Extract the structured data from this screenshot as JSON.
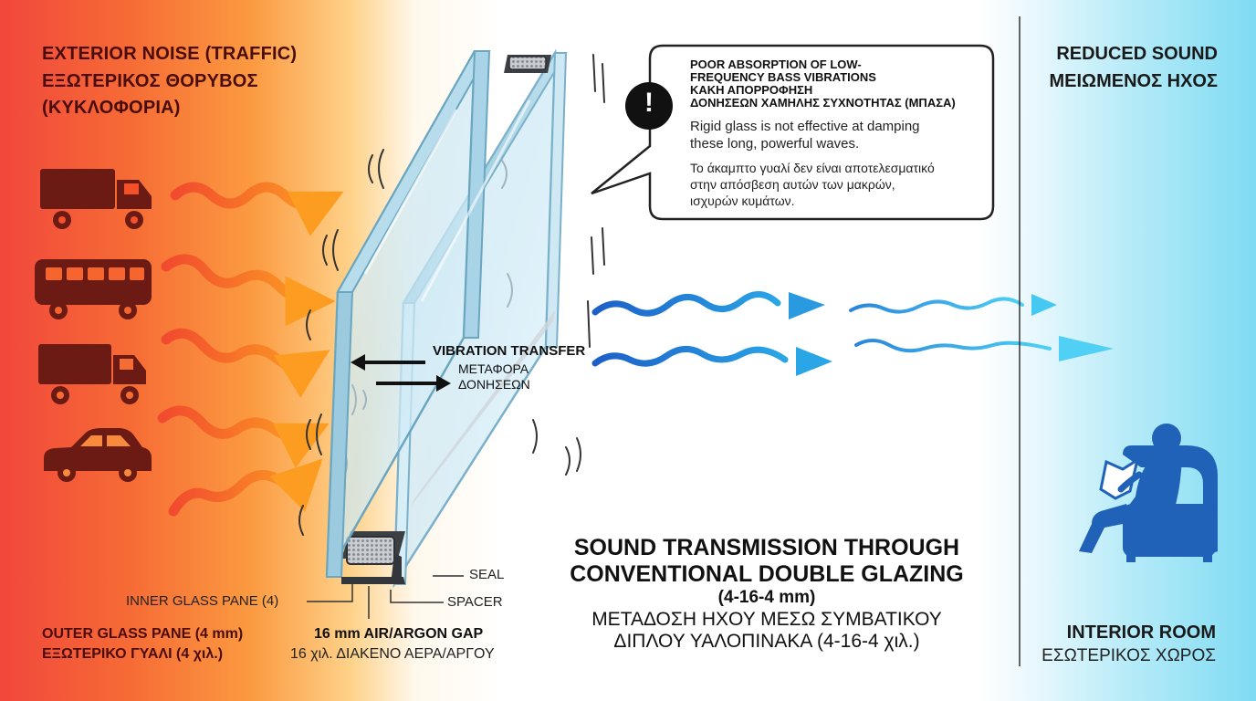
{
  "exterior": {
    "line1": "EXTERIOR NOISE (TRAFFIC)",
    "line2": "ΕΞΩΤΕΡΙΚΟΣ ΘΟΡΥΒΟΣ",
    "line3": "(ΚΥΚΛΟΦΟΡΙΑ)"
  },
  "reduced": {
    "line1": "REDUCED SOUND",
    "line2": "ΜΕΙΩΜΕΝΟΣ ΗΧΟΣ"
  },
  "interior": {
    "line1": "INTERIOR ROOM",
    "line2": "ΕΣΩΤΕΡΙΚΟΣ ΧΩΡΟΣ"
  },
  "callout": {
    "title_line1": "POOR ABSORPTION OF LOW-",
    "title_line2": "FREQUENCY BASS VIBRATIONS",
    "title_line3": "ΚΑΚΗ ΑΠΟΡΡΟΦΗΣΗ",
    "title_line4": "ΔΟΝΗΣΕΩΝ ΧΑΜΗΛΗΣ ΣΥΧΝΟΤΗΤΑΣ (ΜΠΑΣΑ)",
    "body_en_line1": "Rigid glass is not effective at damping",
    "body_en_line2": "these long, powerful waves.",
    "body_gr_line1": "Το άκαμπτο γυαλί δεν είναι αποτελεσματικό",
    "body_gr_line2": "στην απόσβεση αυτών των μακρών,",
    "body_gr_line3": "ισχυρών κυμάτων.",
    "icon_symbol": "!"
  },
  "vibration": {
    "en": "VIBRATION TRANSFER",
    "gr_line1": "ΜΕΤΑΦΟΡΑ",
    "gr_line2": "ΔΟΝΗΣΕΩΝ"
  },
  "labels": {
    "seal": "SEAL",
    "spacer": "SPACER",
    "inner_pane": "INNER GLASS PANE (4)",
    "outer_pane_en": "OUTER GLASS PANE (4 mm)",
    "outer_pane_gr": "ΕΞΩΤΕΡΙΚΟ ΓΥΑΛΙ (4 χιλ.)",
    "gap_en": "16 mm AIR/ARGON GAP",
    "gap_gr": "16 χιλ. ΔΙΑΚΕΝΟ ΑΕΡΑ/ΑΡΓΟΥ"
  },
  "title": {
    "line1": "SOUND TRANSMISSION THROUGH",
    "line2": "CONVENTIONAL DOUBLE GLAZING",
    "line3": "(4-16-4 mm)",
    "gr_line1": "ΜΕΤΑΔΟΣΗ ΗΧΟΥ ΜΕΣΩ ΣΥΜΒΑΤΙΚΟΥ",
    "gr_line2": "ΔΙΠΛΟΥ ΥΑΛΟΠΙΝΑΚΑ  (4-16-4 χιλ.)"
  },
  "vehicles": [
    "truck-icon",
    "bus-icon",
    "truck-icon",
    "car-icon"
  ],
  "colors": {
    "vehicle": "#6b1a14",
    "wave_hot": "#f6502a",
    "wave_warm": "#fb9a26",
    "wave_blue_dark": "#1f6fd0",
    "wave_blue_light": "#38c0ee",
    "person": "#1f62b8",
    "glass_edge": "#7ab0c9",
    "spacer_dark": "#33363a"
  }
}
